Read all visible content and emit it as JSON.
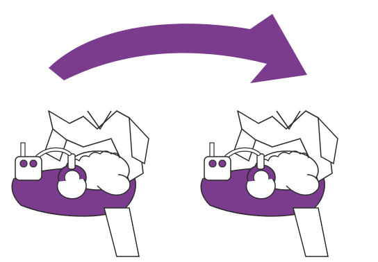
{
  "figure": {
    "panels": [
      {
        "id": "before",
        "step": 1
      },
      {
        "id": "after",
        "step": 2
      }
    ],
    "transition_arrow": {
      "direction": "left-to-right",
      "icon": "curved-arrow-icon"
    },
    "colors": {
      "accent": "#7b3c8d",
      "line": "#2a2a2a",
      "background": "#ffffff"
    }
  }
}
